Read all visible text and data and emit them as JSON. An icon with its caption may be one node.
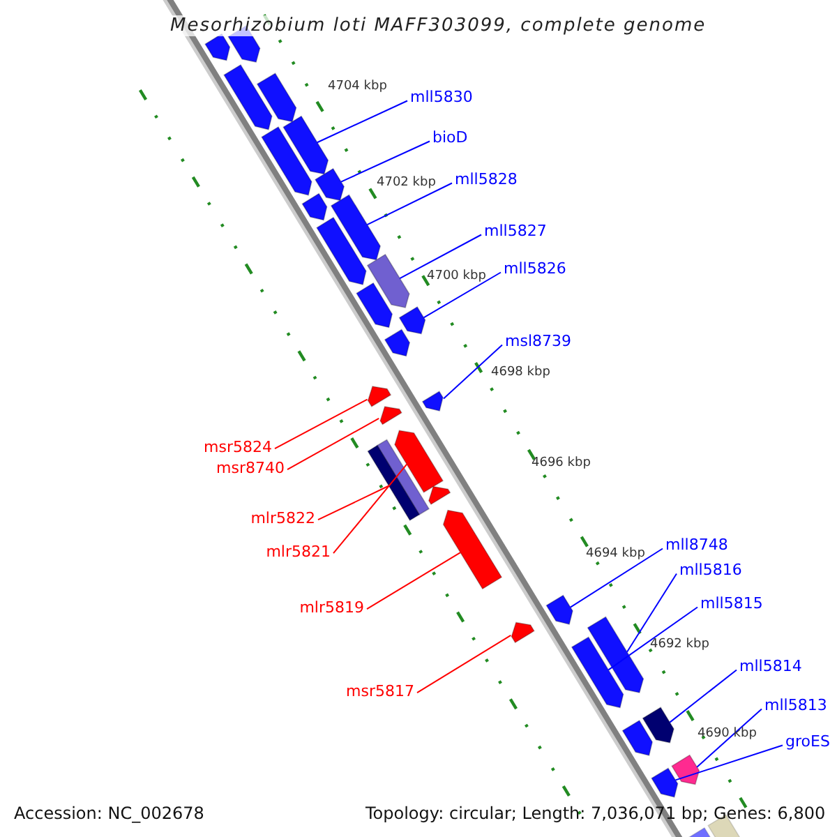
{
  "diagram": {
    "title": "Mesorhizobium loti MAFF303099, complete genome",
    "nodes": [
      {
        "text": [
          "mll5830"
        ]
      },
      {
        "text": [
          "bioD"
        ]
      },
      {
        "text": [
          "mll5828"
        ]
      },
      {
        "text": [
          "mll5827"
        ]
      },
      {
        "text": [
          "mll5826"
        ]
      },
      {
        "text": [
          "msl8739"
        ]
      },
      {
        "text": [
          "msr5824"
        ]
      },
      {
        "text": [
          "msr8740"
        ]
      },
      {
        "text": [
          "mlr5822"
        ]
      },
      {
        "text": [
          "mlr5821"
        ]
      },
      {
        "text": [
          "mlr5819"
        ]
      },
      {
        "text": [
          "msr5817"
        ]
      },
      {
        "text": [
          "mll8748"
        ]
      },
      {
        "text": [
          "mll5816"
        ]
      },
      {
        "text": [
          "mll5815"
        ]
      },
      {
        "text": [
          "mll5814"
        ]
      },
      {
        "text": [
          "mll5813"
        ]
      },
      {
        "text": [
          "groES"
        ]
      },
      {
        "text": [],
        "shape": "box"
      },
      {
        "text": [],
        "shape": "box"
      },
      {
        "text": [],
        "shape": "box"
      },
      {
        "text": [],
        "shape": "box"
      },
      {
        "text": [],
        "shape": "box"
      },
      {
        "text": [],
        "shape": "box"
      },
      {
        "text": [],
        "shape": "box"
      },
      {
        "text": [],
        "shape": "box"
      },
      {
        "text": [],
        "shape": "box"
      },
      {
        "text": [],
        "shape": "box"
      },
      {
        "text": [],
        "shape": "box"
      },
      {
        "text": [],
        "shape": "box"
      },
      {
        "text": [],
        "shape": "box"
      },
      {
        "text": [],
        "shape": "box"
      },
      {
        "text": [],
        "shape": "box"
      },
      {
        "text": [],
        "shape": "box"
      },
      {
        "text": [],
        "shape": "box"
      },
      {
        "text": [],
        "shape": "bar"
      },
      {
        "text": [],
        "shape": "bar"
      },
      {
        "text": [],
        "shape": "box"
      },
      {
        "text": [],
        "shape": "box"
      },
      {
        "text": [],
        "shape": "box"
      },
      {
        "text": [],
        "shape": "box"
      },
      {
        "text": [],
        "shape": "box"
      },
      {
        "text": [],
        "shape": "box"
      },
      {
        "text": [],
        "shape": "box"
      },
      {
        "text": [],
        "shape": "box"
      },
      {
        "text": [],
        "shape": "box"
      },
      {
        "text": [],
        "shape": "box"
      },
      {
        "text": [],
        "shape": "box"
      },
      {
        "text": [],
        "shape": "box"
      },
      {
        "text": [],
        "shape": "box"
      }
    ],
    "edges": [
      {
        "from": 0,
        "to": 23,
        "arrow": "none"
      },
      {
        "from": 1,
        "to": 24,
        "arrow": "none"
      },
      {
        "from": 2,
        "to": 26,
        "arrow": "none"
      },
      {
        "from": 3,
        "to": 28,
        "arrow": "none"
      },
      {
        "from": 4,
        "to": 30,
        "arrow": "none"
      },
      {
        "from": 5,
        "to": 34,
        "arrow": "none"
      },
      {
        "from": 6,
        "to": 32,
        "arrow": "none",
        "color": "#ff0000"
      },
      {
        "from": 7,
        "to": 33,
        "arrow": "none",
        "color": "#ff0000"
      },
      {
        "from": 8,
        "to": 36,
        "arrow": "none",
        "color": "#ff0000"
      },
      {
        "from": 9,
        "to": 37,
        "arrow": "none",
        "color": "#ff0000"
      },
      {
        "from": 10,
        "to": 39,
        "arrow": "none",
        "color": "#ff0000"
      },
      {
        "from": 11,
        "to": 40,
        "arrow": "none",
        "color": "#ff0000"
      },
      {
        "from": 12,
        "to": 41,
        "arrow": "none"
      },
      {
        "from": 13,
        "to": 42,
        "arrow": "none"
      },
      {
        "from": 14,
        "to": 43,
        "arrow": "none"
      },
      {
        "from": 15,
        "to": 45,
        "arrow": "none"
      },
      {
        "from": 16,
        "to": 46,
        "arrow": "none"
      },
      {
        "from": 17,
        "to": 47,
        "arrow": "none"
      }
    ],
    "labels": [
      "4704 kbp",
      "4702 kbp",
      "4700 kbp",
      "4698 kbp",
      "4696 kbp",
      "4694 kbp",
      "4692 kbp",
      "4690 kbp",
      "Accession: NC_002678",
      "Topology: circular; Length: 7,036,071 bp; Genes: 6,800"
    ]
  }
}
